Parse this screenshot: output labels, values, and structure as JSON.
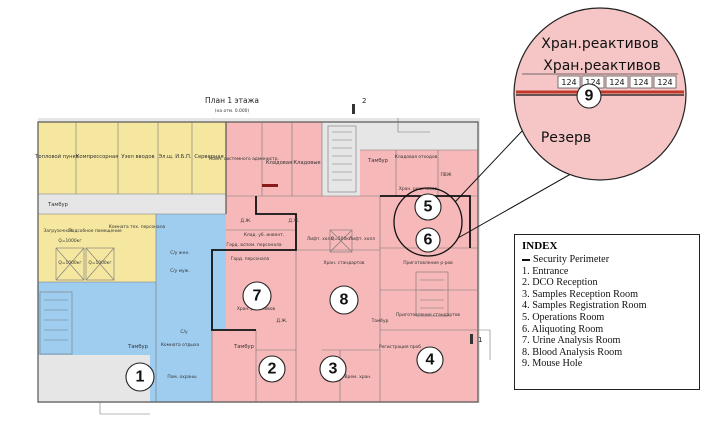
{
  "plan": {
    "title": "План 1 этажа",
    "subtitle": "(на отм. 0.000)",
    "section_mark": "2",
    "section_mark_right": "1",
    "rooms": {
      "toplivny": "Топловой пункт",
      "kompressor": "Компрессорная",
      "uzel": "Узел вводов",
      "elsch": "Эл.щ. И.Б.П.",
      "server": "Серверная",
      "komn_sys": "Комн. системного администр.",
      "kladov1": "Кладовая",
      "kladov2": "Кладовые",
      "tambur_top": "Тамбур",
      "kladov_othod": "Кладовая отходов",
      "pvzh": "ПВЖ",
      "tambur_left": "Тамбур",
      "zagruz": "Загрузочная",
      "podsob": "Подсобное помещение",
      "komnata_teh": "Комната тех. персонала",
      "q1000a": "Q=1000кг",
      "q1000b": "Q=1000кг",
      "q1000c": "Q=1000кг",
      "su1": "С/у жен.",
      "su2": "С/у муж.",
      "kl_ub": "Клад. уб. инвент.",
      "gard_pers": "Гард. персонала",
      "gard_vsp": "Гард. вспом. персонала",
      "dzh1": "Д.Ж.",
      "dzh2": "Д.Ж.",
      "dzh3": "Д.Ж.",
      "lift1": "Лифт. холл",
      "lift2": "Лифт. холл",
      "q500": "Q=500кг",
      "hran_st": "Хран. стандартов",
      "prigot_rr": "Приготовление р-ров",
      "prigot_st": "Приготовление стандартов",
      "hran_reakt_small": "Хран. реактивов",
      "hran_reakt_7": "Хран. реактивов",
      "reg_prob": "Регистрация проб",
      "tambur_mid": "Тамбур",
      "tambur_bottom": "Тамбур",
      "komnata_otdyh": "Комната отдыха",
      "su_small": "С/у",
      "pom_ohrany": "Пом. охраны",
      "vrem_hran": "Врем. хран."
    }
  },
  "zoom": {
    "label_top": "Хран.реактивов",
    "label_mid": "Хран.реактивов",
    "label_bottom": "Резерв",
    "cells": [
      "124",
      "124",
      "124",
      "124",
      "124"
    ],
    "marker": "9"
  },
  "markers": [
    "1",
    "2",
    "3",
    "4",
    "5",
    "6",
    "7",
    "8"
  ],
  "index": {
    "title": "INDEX",
    "items": [
      "Security Perimeter",
      "1. Entrance",
      "2. DCO Reception",
      "3. Samples Reception Room",
      "4. Samples Registration Room",
      "5. Operations Room",
      "6. Aliquoting Room",
      "7. Urine Analysis Room",
      "8. Blood Analysis Room",
      "9. Mouse Hole"
    ]
  },
  "colors": {
    "yellow_zone": "#f5e7a0",
    "pink_zone": "#f6b8b8",
    "blue_zone": "#9fcdf0",
    "grey_zone": "#e6e6e6",
    "perimeter": "#111111",
    "accent_red": "#c0392b"
  }
}
